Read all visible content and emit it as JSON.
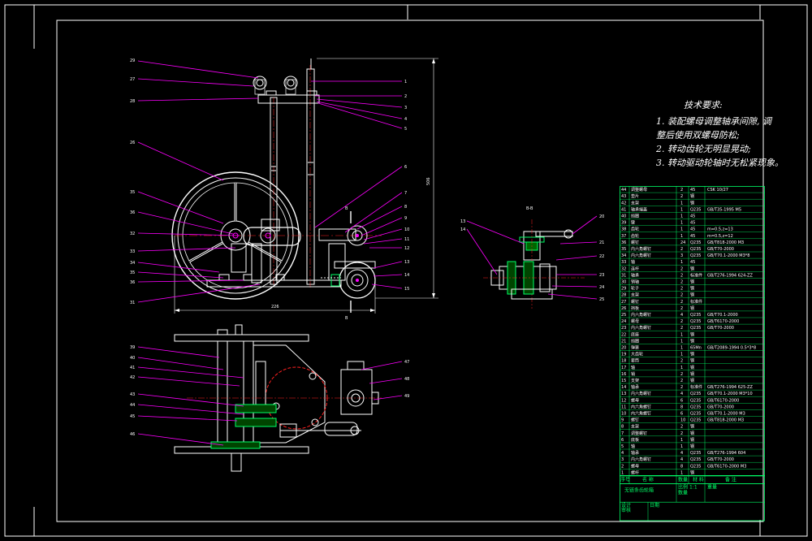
{
  "notes": {
    "title": "技术要求:",
    "line1": "1. 装配螺母调整轴承间隙, 调",
    "line2": "整后使用双螺母防松;",
    "line3": "2. 转动齿轮无明显晃动;",
    "line4": "3. 转动驱动轮轴时无松紧现象。"
  },
  "section_label": "B-B",
  "section_marker": "B",
  "dimensions": {
    "overall_width": "226",
    "overall_height": "506"
  },
  "balloons_front_left": [
    "29",
    "27",
    "28",
    "26",
    "35",
    "36",
    "32",
    "33",
    "34",
    "35",
    "36",
    "31"
  ],
  "balloons_front_right": [
    "1",
    "2",
    "3",
    "4",
    "5",
    "6",
    "7",
    "8",
    "9",
    "10",
    "11",
    "12",
    "13",
    "14",
    "15"
  ],
  "balloons_section_left": [
    "13",
    "14"
  ],
  "balloons_section_right": [
    "20",
    "21",
    "22",
    "23",
    "24",
    "25"
  ],
  "balloons_plan_left": [
    "39",
    "40",
    "41",
    "42",
    "43",
    "44",
    "45",
    "46"
  ],
  "balloons_plan_right": [
    "47",
    "48",
    "49"
  ],
  "colors": {
    "background": "#000000",
    "frame": "#ffffff",
    "leader": "#ff00ff",
    "table": "#00ff66",
    "parts": "#ffffff",
    "centerline": "#ff2020"
  },
  "bom": {
    "first_row_note": "CSK 10/27",
    "header": [
      "序号",
      "名 称",
      "数量",
      "材 料",
      "备 注"
    ],
    "title_block": {
      "drawing_name": "无链条齿轮箱",
      "scale_label": "比例",
      "sheet_label": "重量",
      "scale_value": "1:1",
      "qty_label": "数量",
      "designer": "设计",
      "checker": "审核",
      "date": "日期"
    },
    "rows": [
      {
        "no": "44",
        "name": "调整螺母",
        "qty": "2",
        "mat": "45",
        "note": "CSK 10/27"
      },
      {
        "no": "43",
        "name": "垫片",
        "qty": "2",
        "mat": "钢",
        "note": ""
      },
      {
        "no": "42",
        "name": "支架",
        "qty": "1",
        "mat": "钢",
        "note": ""
      },
      {
        "no": "41",
        "name": "轴承端盖",
        "qty": "1",
        "mat": "Q235",
        "note": "GB/T35-1995 M5"
      },
      {
        "no": "40",
        "name": "挡圈",
        "qty": "1",
        "mat": "45",
        "note": ""
      },
      {
        "no": "39",
        "name": "键",
        "qty": "1",
        "mat": "45",
        "note": ""
      },
      {
        "no": "38",
        "name": "齿轮",
        "qty": "1",
        "mat": "45",
        "note": "m=0.5,z=13"
      },
      {
        "no": "37",
        "name": "齿轮",
        "qty": "1",
        "mat": "45",
        "note": "m=0.5,z=12"
      },
      {
        "no": "36",
        "name": "螺钉",
        "qty": "24",
        "mat": "Q235",
        "note": "GB/T818-2000 M3"
      },
      {
        "no": "35",
        "name": "内六角螺钉",
        "qty": "2",
        "mat": "Q235",
        "note": "GB/T70-2000"
      },
      {
        "no": "34",
        "name": "内六角螺钉",
        "qty": "3",
        "mat": "Q235",
        "note": "GB/T70.1-2000 M3*8"
      },
      {
        "no": "33",
        "name": "轴",
        "qty": "1",
        "mat": "45",
        "note": ""
      },
      {
        "no": "32",
        "name": "连杆",
        "qty": "2",
        "mat": "钢",
        "note": ""
      },
      {
        "no": "31",
        "name": "轴承",
        "qty": "2",
        "mat": "标准件",
        "note": "GB/T276-1994 624-ZZ"
      },
      {
        "no": "30",
        "name": "销轴",
        "qty": "2",
        "mat": "钢",
        "note": ""
      },
      {
        "no": "29",
        "name": "轮子",
        "qty": "2",
        "mat": "钢",
        "note": ""
      },
      {
        "no": "28",
        "name": "支架",
        "qty": "2",
        "mat": "钢",
        "note": ""
      },
      {
        "no": "27",
        "name": "螺钉",
        "qty": "2",
        "mat": "标准件",
        "note": ""
      },
      {
        "no": "26",
        "name": "挡板",
        "qty": "2",
        "mat": "钢",
        "note": ""
      },
      {
        "no": "25",
        "name": "内六角螺钉",
        "qty": "4",
        "mat": "Q235",
        "note": "GB/T70.1-2000"
      },
      {
        "no": "24",
        "name": "螺母",
        "qty": "2",
        "mat": "Q235",
        "note": "GB/T6170-2000"
      },
      {
        "no": "23",
        "name": "内六角螺钉",
        "qty": "2",
        "mat": "Q235",
        "note": "GB/T70-2000"
      },
      {
        "no": "22",
        "name": "底座",
        "qty": "1",
        "mat": "钢",
        "note": ""
      },
      {
        "no": "21",
        "name": "挡圈",
        "qty": "1",
        "mat": "钢",
        "note": ""
      },
      {
        "no": "20",
        "name": "弹簧",
        "qty": "1",
        "mat": "65Mn",
        "note": "GB/T2089-1994 0.5*3*8"
      },
      {
        "no": "19",
        "name": "大齿轮",
        "qty": "1",
        "mat": "钢",
        "note": ""
      },
      {
        "no": "18",
        "name": "套筒",
        "qty": "2",
        "mat": "钢",
        "note": ""
      },
      {
        "no": "17",
        "name": "轴",
        "qty": "1",
        "mat": "钢",
        "note": ""
      },
      {
        "no": "16",
        "name": "销",
        "qty": "2",
        "mat": "钢",
        "note": ""
      },
      {
        "no": "15",
        "name": "支架",
        "qty": "2",
        "mat": "钢",
        "note": ""
      },
      {
        "no": "14",
        "name": "轴承",
        "qty": "2",
        "mat": "标准件",
        "note": "GB/T276-1994 625-ZZ"
      },
      {
        "no": "13",
        "name": "内六角螺钉",
        "qty": "4",
        "mat": "Q235",
        "note": "GB/T70.1-2000 M3*10"
      },
      {
        "no": "12",
        "name": "螺母",
        "qty": "6",
        "mat": "Q235",
        "note": "GB/T6170-2000"
      },
      {
        "no": "11",
        "name": "内六角螺钉",
        "qty": "8",
        "mat": "Q235",
        "note": "GB/T70-2000"
      },
      {
        "no": "10",
        "name": "内六角螺钉",
        "qty": "6",
        "mat": "Q235",
        "note": "GB/T70.1-2000 M3"
      },
      {
        "no": "9",
        "name": "螺钉",
        "qty": "10",
        "mat": "Q235",
        "note": "GB/T818-2000 M3"
      },
      {
        "no": "8",
        "name": "支架",
        "qty": "2",
        "mat": "钢",
        "note": ""
      },
      {
        "no": "7",
        "name": "调整螺钉",
        "qty": "2",
        "mat": "钢",
        "note": ""
      },
      {
        "no": "6",
        "name": "底板",
        "qty": "1",
        "mat": "钢",
        "note": ""
      },
      {
        "no": "5",
        "name": "轴",
        "qty": "1",
        "mat": "钢",
        "note": ""
      },
      {
        "no": "4",
        "name": "轴承",
        "qty": "4",
        "mat": "Q235",
        "note": "GB/T276-1994 604"
      },
      {
        "no": "3",
        "name": "内六角螺钉",
        "qty": "4",
        "mat": "Q235",
        "note": "GB/T70-2000"
      },
      {
        "no": "2",
        "name": "螺母",
        "qty": "8",
        "mat": "Q235",
        "note": "GB/T6170-2000 M3"
      },
      {
        "no": "1",
        "name": "螺杆",
        "qty": "1",
        "mat": "钢",
        "note": ""
      }
    ]
  }
}
